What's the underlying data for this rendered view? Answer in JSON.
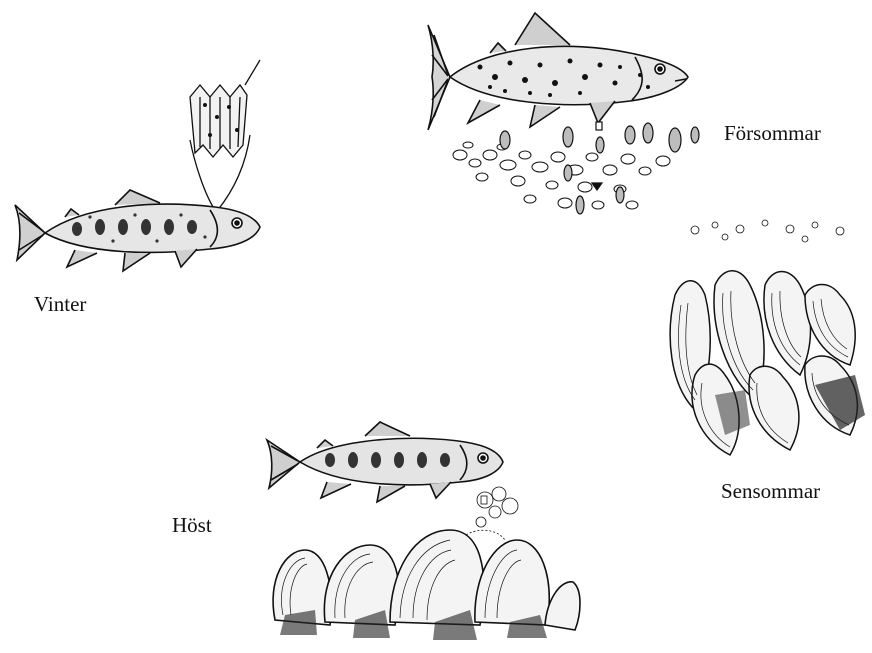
{
  "seasons": {
    "forsommar": {
      "label": "Försommar",
      "icon": "trout-over-gravel-with-mayfly-larvae"
    },
    "vinter": {
      "label": "Vinter",
      "icon": "young-trout-with-gill-detail"
    },
    "sensommar": {
      "label": "Sensommar",
      "icon": "freshwater-pearl-mussels"
    },
    "host": {
      "label": "Höst",
      "icon": "small-trout-over-mussel-bed"
    }
  },
  "colors": {
    "ink": "#111111",
    "background": "#ffffff"
  }
}
